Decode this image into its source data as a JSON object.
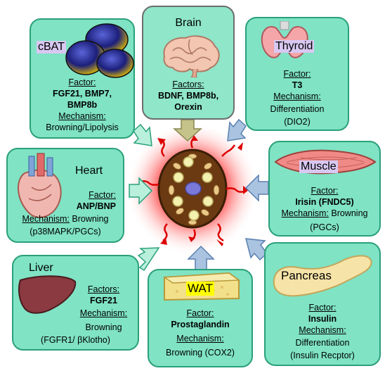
{
  "boxes": {
    "brain": {
      "title": "Brain",
      "factor_label": "Factors:",
      "factor": "BDNF, BMP8b,",
      "factor2": "Orexin"
    },
    "cbat": {
      "title": "cBAT",
      "factor_label": "Factor:",
      "factor": "FGF21, BMP7,",
      "factor2": "BMP8b",
      "mechanism_label": "Mechanism:",
      "mechanism": "Browning/Lipolysis"
    },
    "thyroid": {
      "title": "Thyroid",
      "factor_label": "Factor:",
      "factor": "T3",
      "mechanism_label": "Mechanism:",
      "mechanism": "Differentiation",
      "mechanism2": "(DIO2)"
    },
    "heart": {
      "title": "Heart",
      "factor_label": "Factor:",
      "factor": "ANP/BNP",
      "mechanism_label": "Mechanism:",
      "mechanism": "Browning",
      "mechanism2": "(p38MAPK/PGCs)"
    },
    "muscle": {
      "title": "Muscle",
      "factor_label": "Factor:",
      "factor": "Irisin (FNDC5)",
      "mechanism_label": "Mechanism:",
      "mechanism": "Browning",
      "mechanism2": "(PGCs)"
    },
    "liver": {
      "title": "Liver",
      "factor_label": "Factors:",
      "factor": "FGF21",
      "mechanism_label": "Mechanism:",
      "mechanism": "Browning",
      "mechanism2": "(FGFR1/ βKlotho)"
    },
    "wat": {
      "title": "WAT",
      "factor_label": "Factor:",
      "factor": "Prostaglandin",
      "mechanism_label": "Mechanism:",
      "mechanism": "Browning (COX2)"
    },
    "pancreas": {
      "title": "Pancreas",
      "factor_label": "Factor:",
      "factor": "Insulin",
      "mechanism_label": "Mechanism:",
      "mechanism": "Differentiation",
      "mechanism2": "(Insulin Recptor)"
    }
  },
  "colors": {
    "box_fill": "#7fe3c4",
    "box_border": "#2aa07a",
    "brain_box_fill": "#8fe6c9",
    "center_glow": "#ff0000",
    "arrow_blue": "#a9c3e0",
    "arrow_green": "#b8f0dc",
    "arrow_olive": "#c5c38a"
  }
}
